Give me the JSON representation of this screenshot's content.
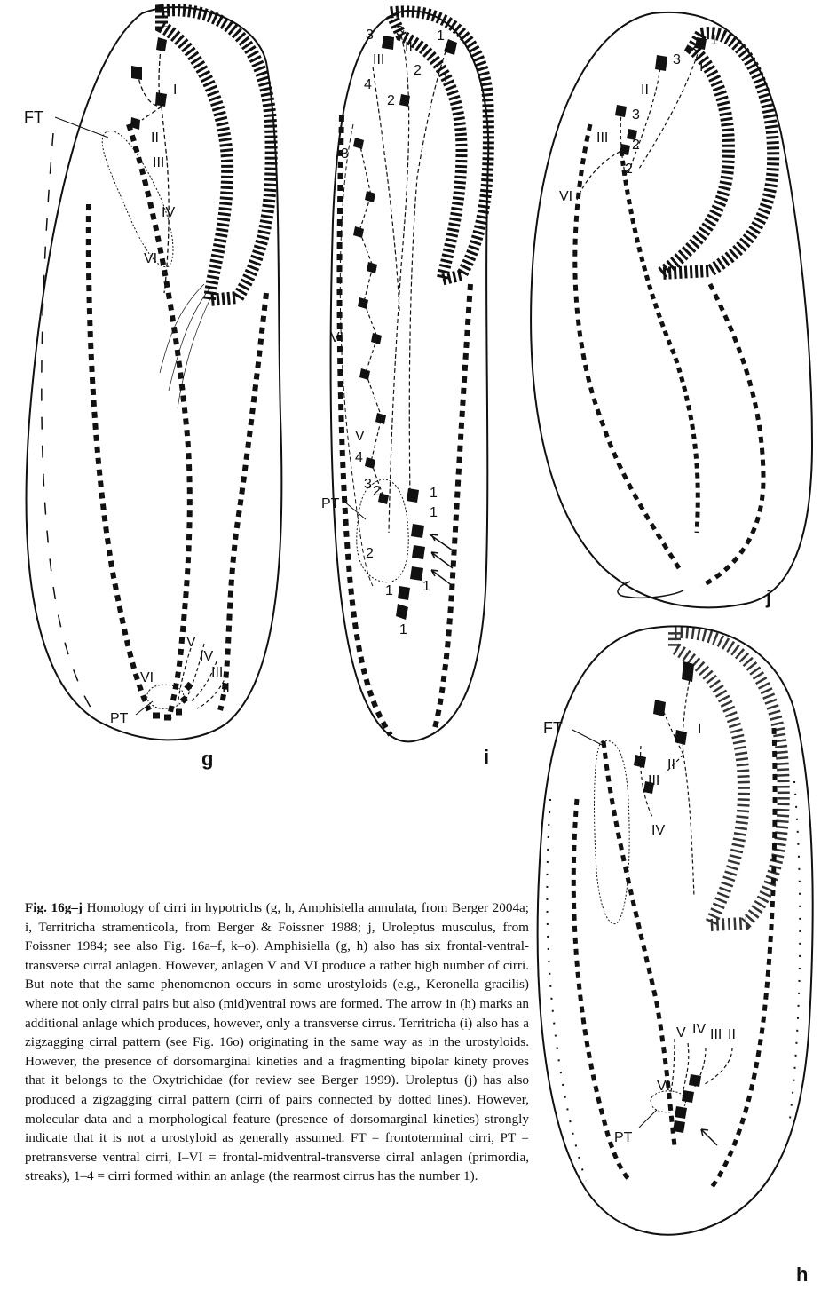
{
  "figure": {
    "panels": [
      {
        "id": "g",
        "letter": "g"
      },
      {
        "id": "i",
        "letter": "i"
      },
      {
        "id": "j",
        "letter": "j"
      },
      {
        "id": "h",
        "letter": "h"
      }
    ],
    "panel_g_labels": {
      "ft": "FT",
      "pt": "PT",
      "i": "I",
      "ii": "II",
      "iii": "III",
      "iv": "IV",
      "v": "V",
      "vi_top": "VI",
      "vi_bottom": "VI",
      "ii_b": "II",
      "iii_b": "III",
      "iv_b": "IV"
    },
    "panel_i_labels": {
      "n1a": "1",
      "n2a": "2",
      "n3a": "3",
      "n3b": "3",
      "n4a": "4",
      "n2b": "2",
      "n3c": "3",
      "i": "I",
      "ii": "II",
      "iii": "III",
      "vi": "VI",
      "v": "V",
      "n4b": "4",
      "n3d": "3",
      "pt": "PT",
      "n2c": "2",
      "n2d": "2",
      "n1b": "1",
      "n1c": "1",
      "n1d": "1",
      "n1e": "1",
      "n1f": "1",
      "n2e": "2"
    },
    "panel_j_labels": {
      "n1": "1",
      "i": "I",
      "n3a": "3",
      "ii": "II",
      "n3b": "3",
      "iii": "III",
      "n2a": "2",
      "n2b": "2",
      "vi": "VI"
    },
    "panel_h_labels": {
      "ft": "FT",
      "i": "I",
      "ii": "II",
      "iii": "III",
      "iv": "IV",
      "v": "V",
      "iv_b": "IV",
      "iii_b": "III",
      "ii_b": "II",
      "vi": "VI",
      "pt": "PT"
    }
  },
  "caption": {
    "fig_label": "Fig. 16g–j",
    "text": "Homology of cirri in hypotrichs (g, h, Amphisiella annulata, from Berger 2004a; i, Territricha stramenticola, from Berger & Foissner 1988; j, Uroleptus musculus, from Foissner 1984; see also Fig. 16a–f, k–o). Amphisiella (g, h) also has six frontal-ventral-transverse cirral anlagen. However, anlagen V and VI produce a rather high number of cirri. But note that the same phenomenon occurs in some urostyloids (e.g., Keronella gracilis) where not only cirral pairs but also (mid)ventral rows are formed. The arrow in (h) marks an additional anlage which produces, however, only a transverse cirrus. Territricha (i) also has a zigzagging cirral pattern (see Fig. 16o) originating in the same way as in the urostyloids. However, the presence of dorsomarginal kineties and a fragmenting bipolar kinety proves that it belongs to the Oxytrichidae (for review see Berger 1999). Uroleptus (j) has also produced a zigzagging cirral pattern (cirri of pairs connected by dotted lines). However, molecular data and a morphological feature (presence of dorsomarginal kineties) strongly indicate that it is not a urostyloid as generally assumed. FT = frontoterminal cirri, PT = pretransverse ventral cirri, I–VI = frontal-midventral-transverse cirral anlagen (primordia, streaks), 1–4 = cirri formed within an anlage (the rearmost cirrus has the number 1)."
  }
}
